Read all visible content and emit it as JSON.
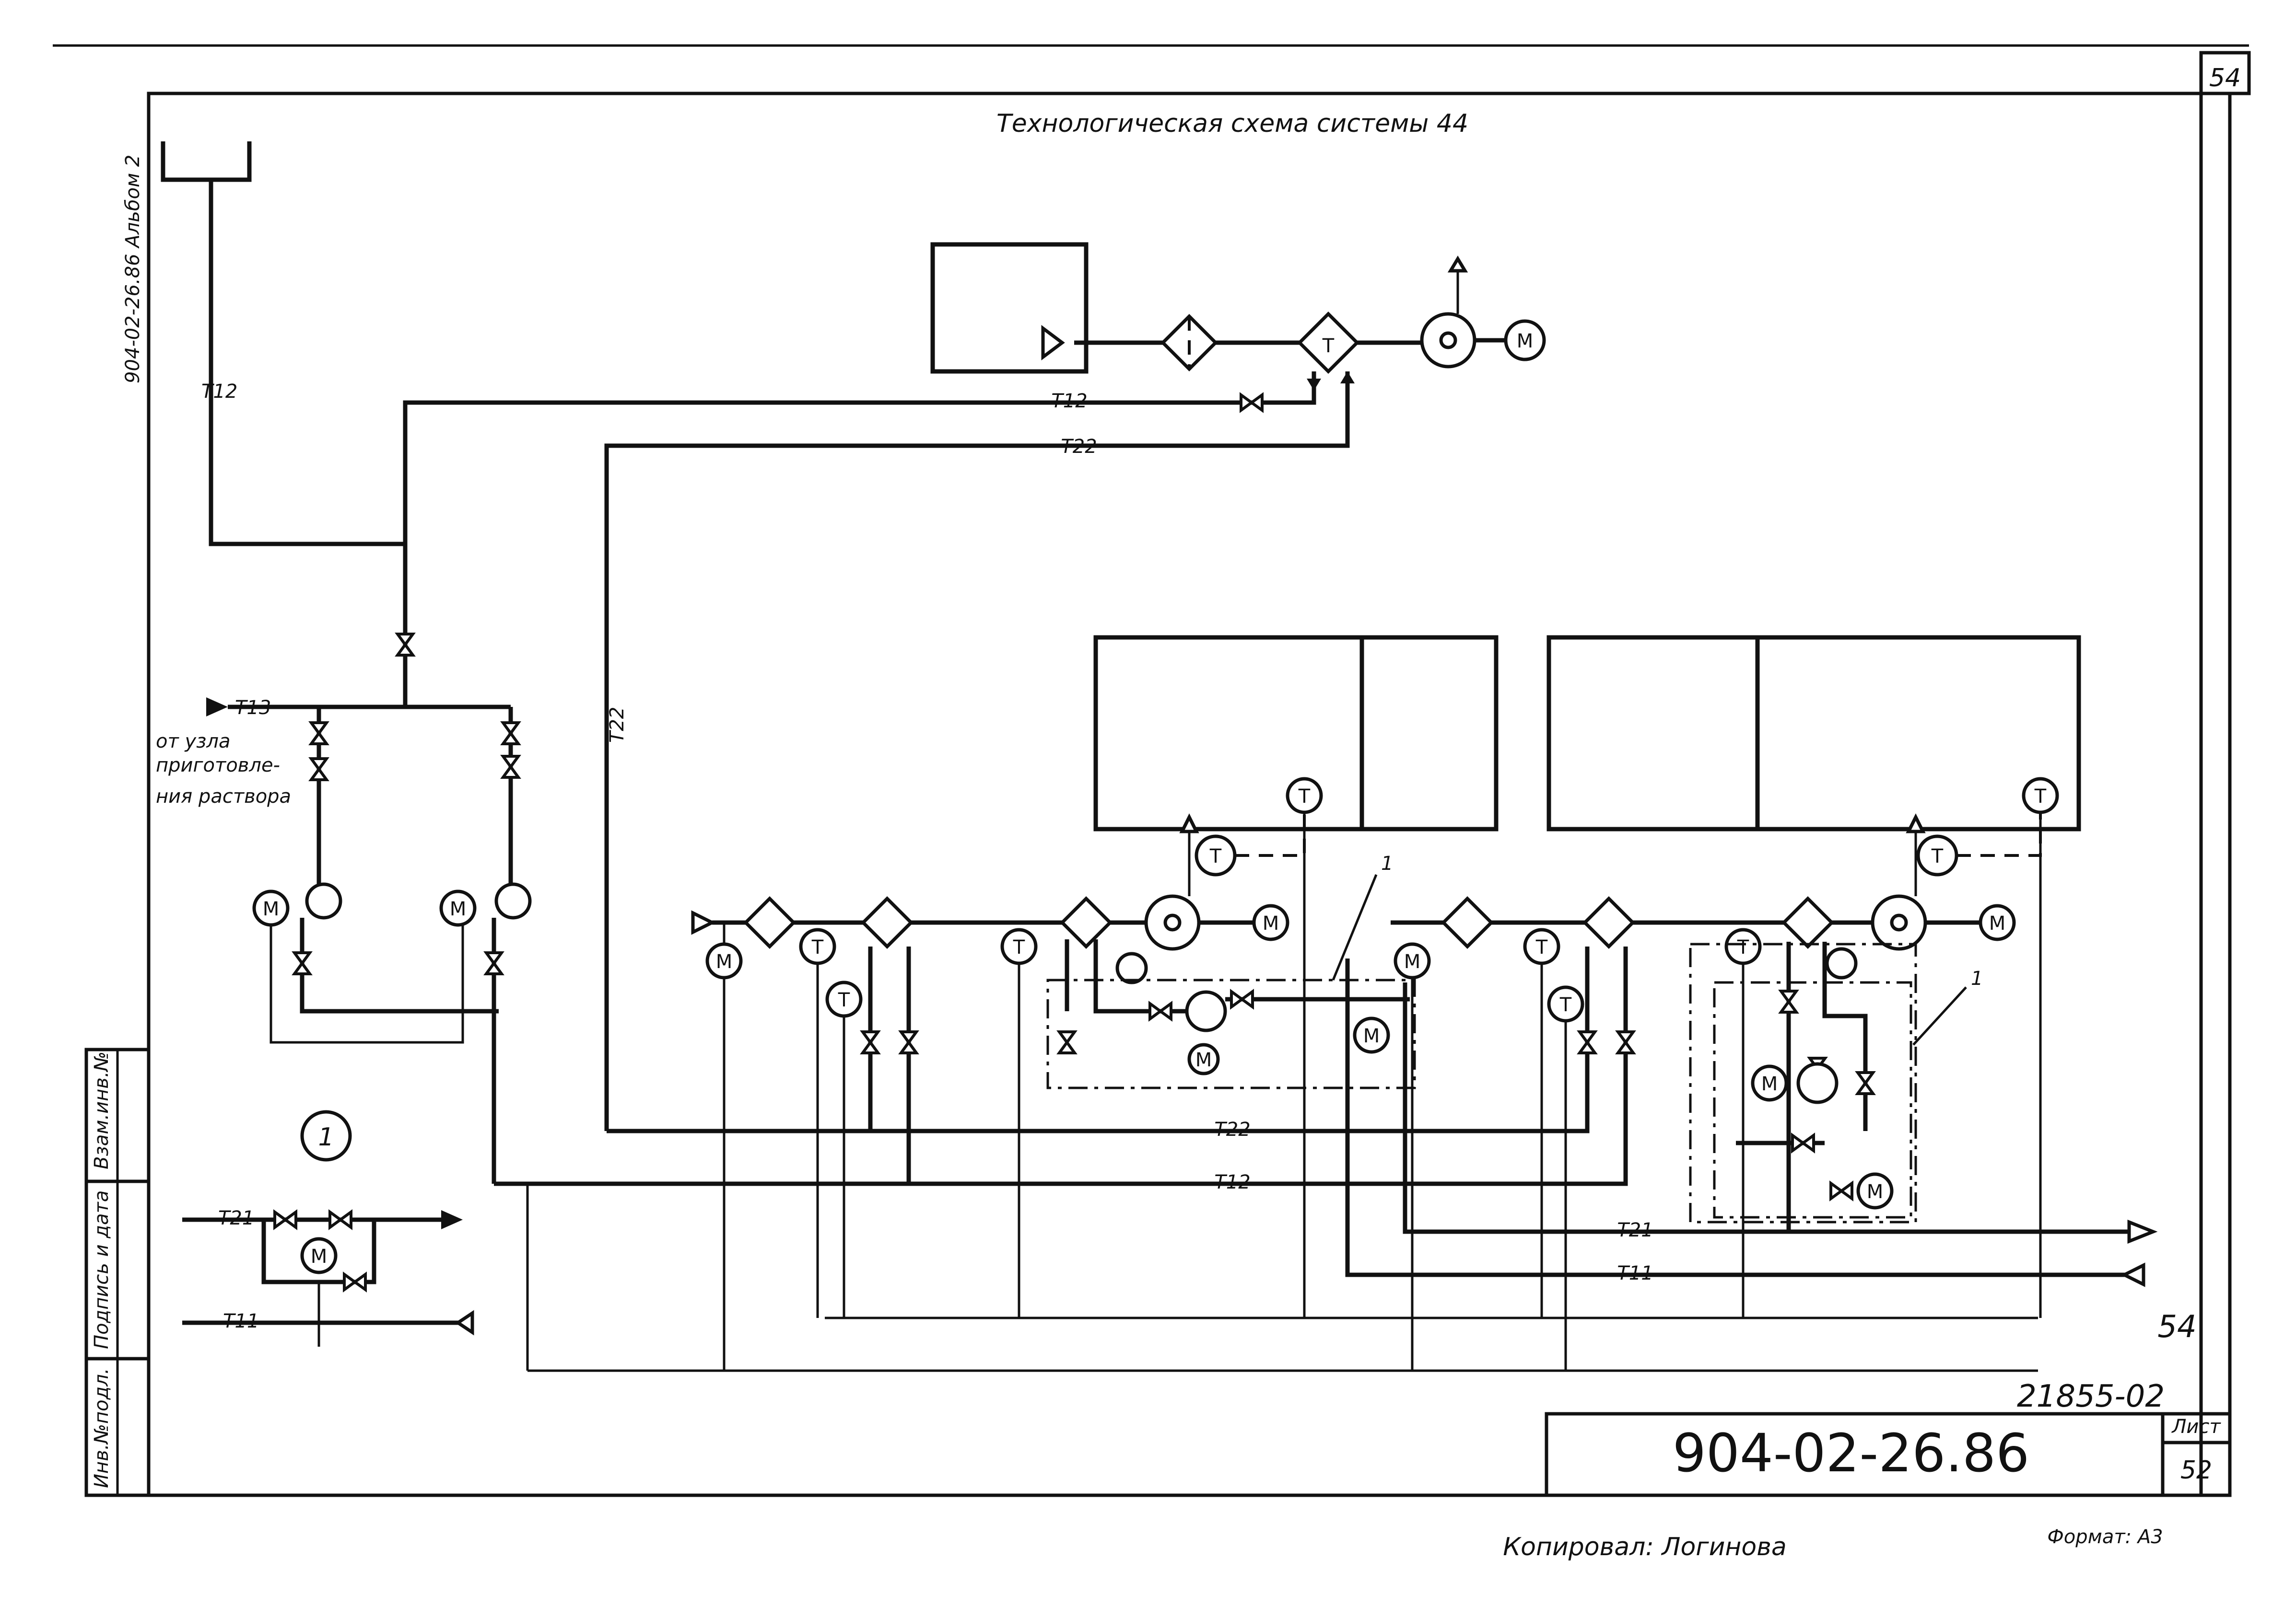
{
  "sheet": {
    "title": "Технологическая схема системы 44",
    "corner_number": "54",
    "side_code": "904-02-26.86 Альбом 2",
    "drawing_code": "904-02-26.86",
    "list_label": "Лист",
    "list_number": "52",
    "archive_number": "21855-02",
    "page_mark": "54",
    "copied_by": "Копировал: Логинова",
    "format": "Формат: А3"
  },
  "stamp": {
    "field_1": "Взам.инв.№",
    "field_2": "Подпись и дата",
    "field_3": "Инв.№подл."
  },
  "pipes": {
    "t11": "Т11",
    "t12": "Т12",
    "t13": "Т13",
    "t21": "Т21",
    "t22": "Т22"
  },
  "notes": {
    "source_label": "от узла приготовле-ния раствора",
    "source_line1": "от узла",
    "source_line2": "приготовле-",
    "source_line3": "ния раствора",
    "callout": "1",
    "detail_mark": "1"
  },
  "symbols": {
    "motor": "М",
    "thermo": "Т"
  },
  "colors": {
    "ink": "#111111",
    "paper": "#ffffff"
  }
}
